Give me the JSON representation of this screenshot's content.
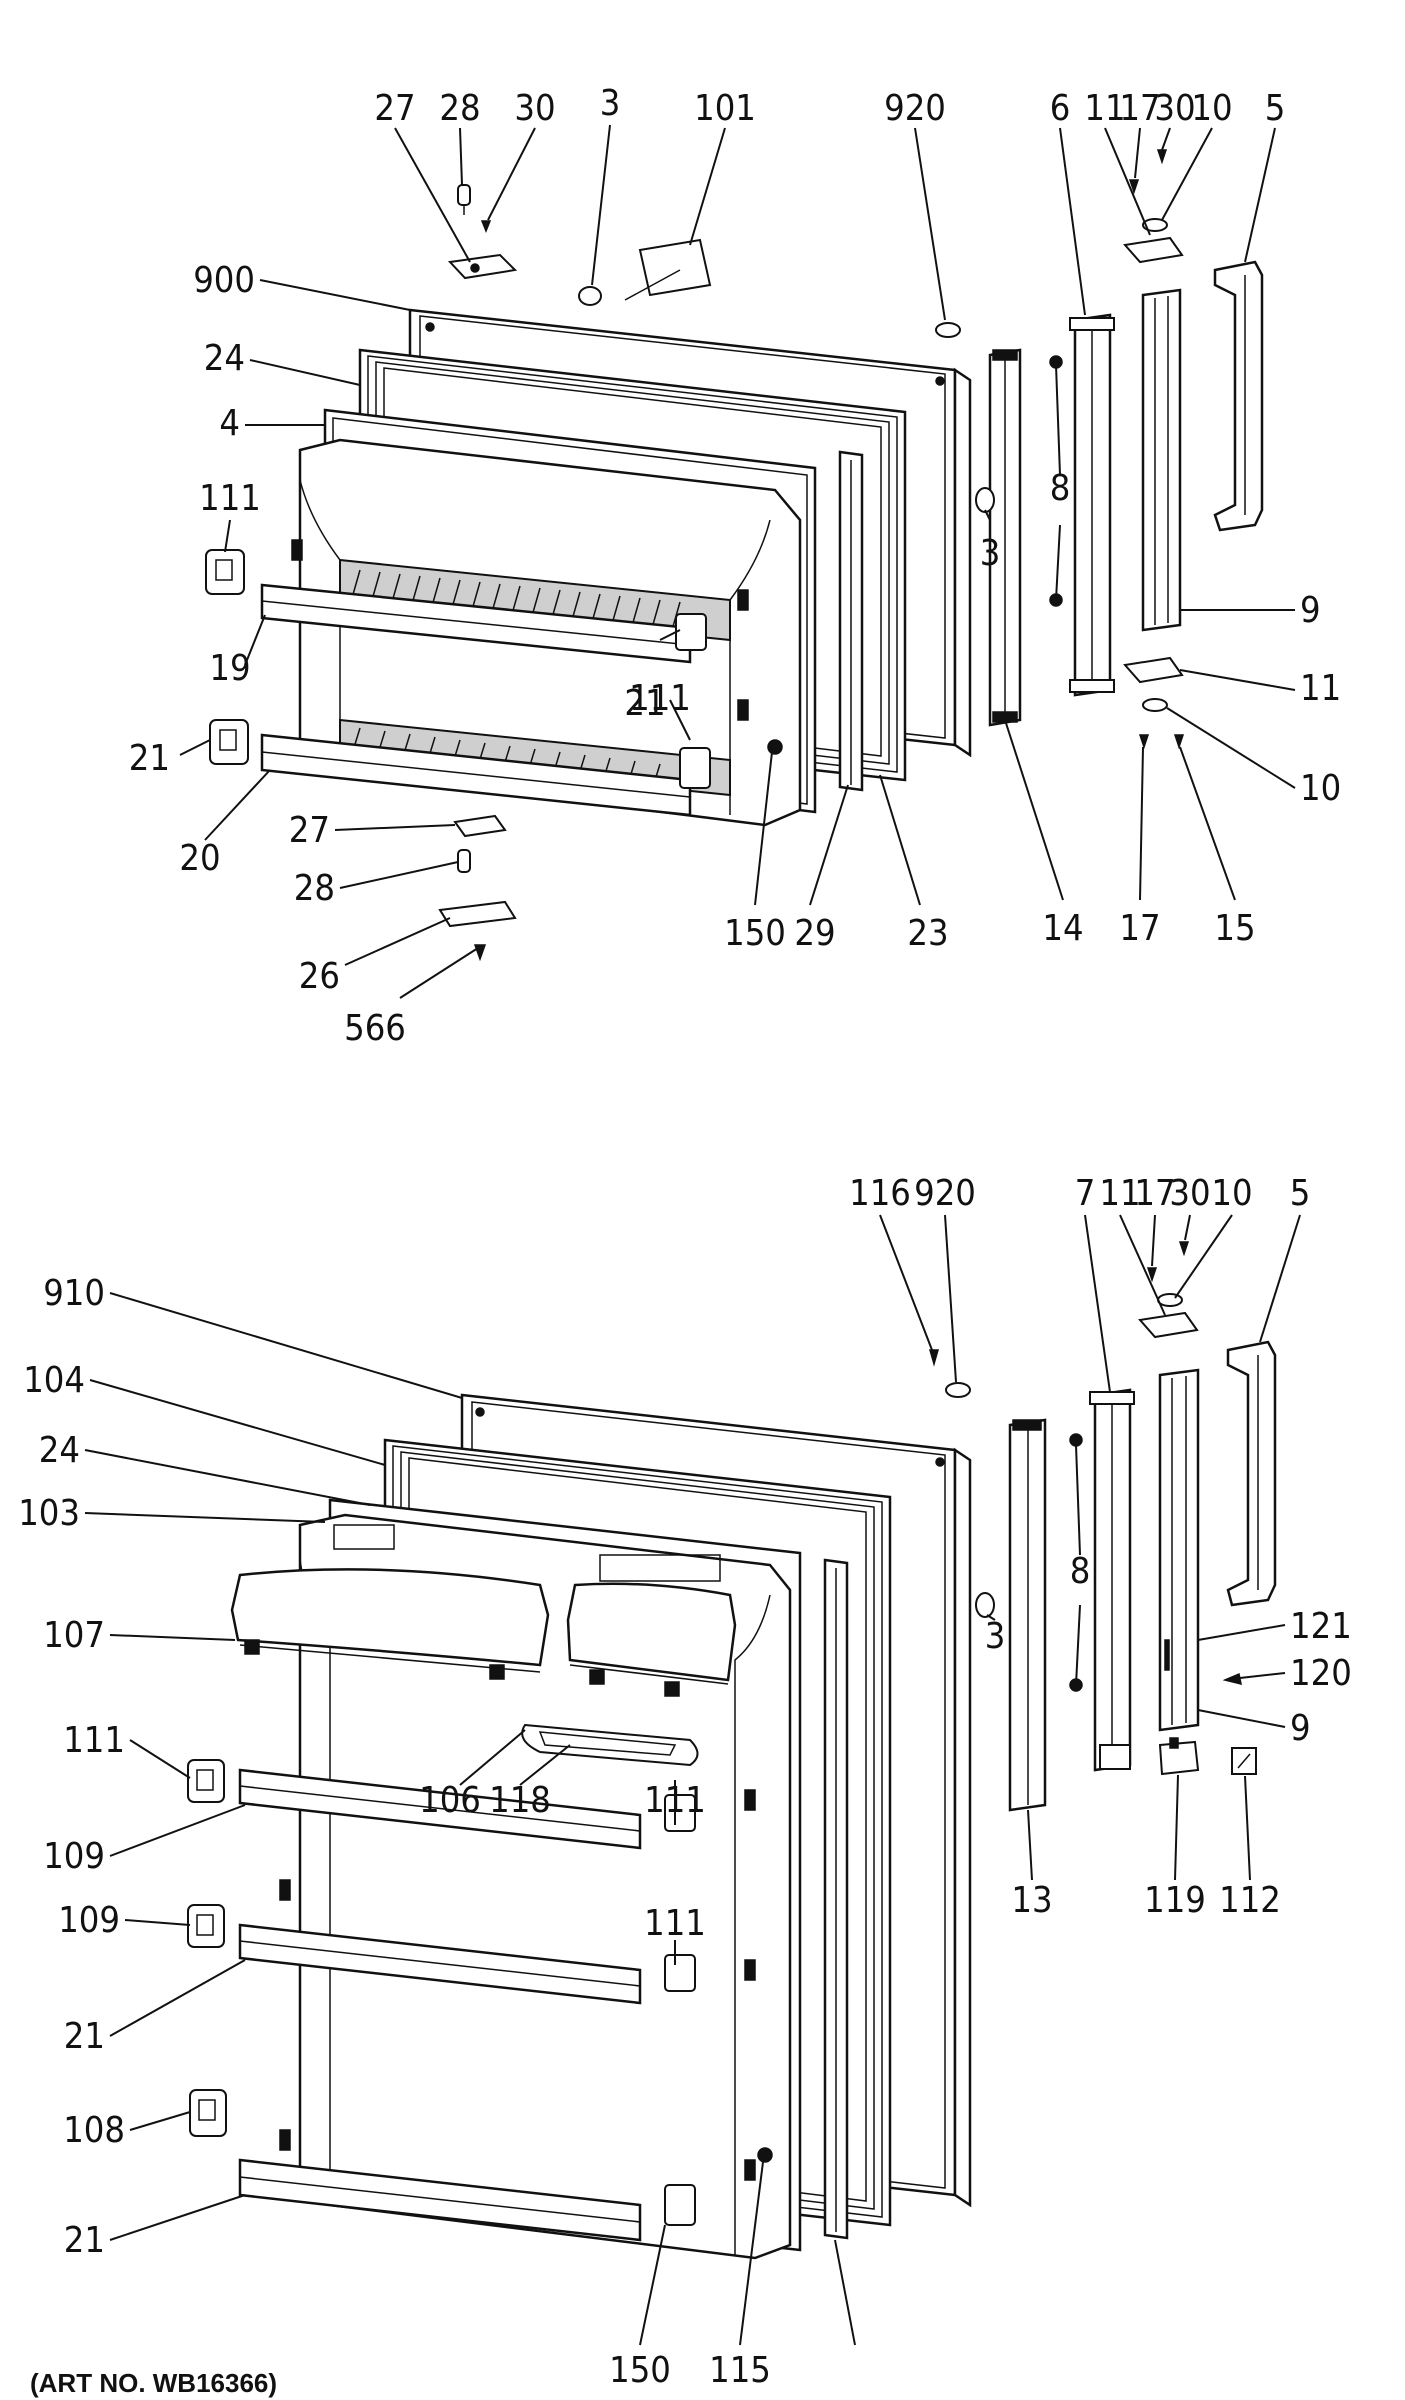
{
  "freezer_door": {
    "labels": [
      "27",
      "28",
      "30",
      "3",
      "101",
      "920",
      "6",
      "11",
      "17",
      "30",
      "10",
      "5",
      "900",
      "24",
      "4",
      "111",
      "8",
      "3",
      "9",
      "19",
      "111",
      "21",
      "21",
      "11",
      "10",
      "20",
      "27",
      "28",
      "26",
      "566",
      "150",
      "29",
      "23",
      "14",
      "17",
      "15"
    ]
  },
  "fresh_food_door": {
    "labels": [
      "116",
      "920",
      "7",
      "11",
      "17",
      "30",
      "10",
      "5",
      "910",
      "104",
      "24",
      "103",
      "8",
      "107",
      "3",
      "121",
      "120",
      "9",
      "111",
      "106",
      "118",
      "111",
      "109",
      "13",
      "119",
      "112",
      "111",
      "109",
      "21",
      "108",
      "21",
      "150",
      "115"
    ]
  },
  "footer": {
    "art_no": "(ART NO. WB16366)"
  }
}
